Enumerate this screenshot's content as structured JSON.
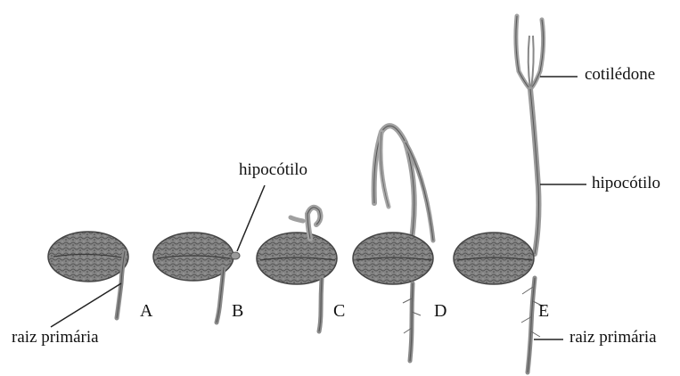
{
  "labels": {
    "hypocotyl_b": "hipocótilo",
    "cotyledon": "cotilédone",
    "hypocotyl_e": "hipocótilo",
    "primary_root_a": "raiz primária",
    "primary_root_e": "raiz primária"
  },
  "stages": [
    "A",
    "B",
    "C",
    "D",
    "E"
  ],
  "colors": {
    "seed_fill": "#7d7d7d",
    "seed_dark": "#4a4a4a",
    "seedling": "#9a9a9a",
    "line": "#222222"
  }
}
